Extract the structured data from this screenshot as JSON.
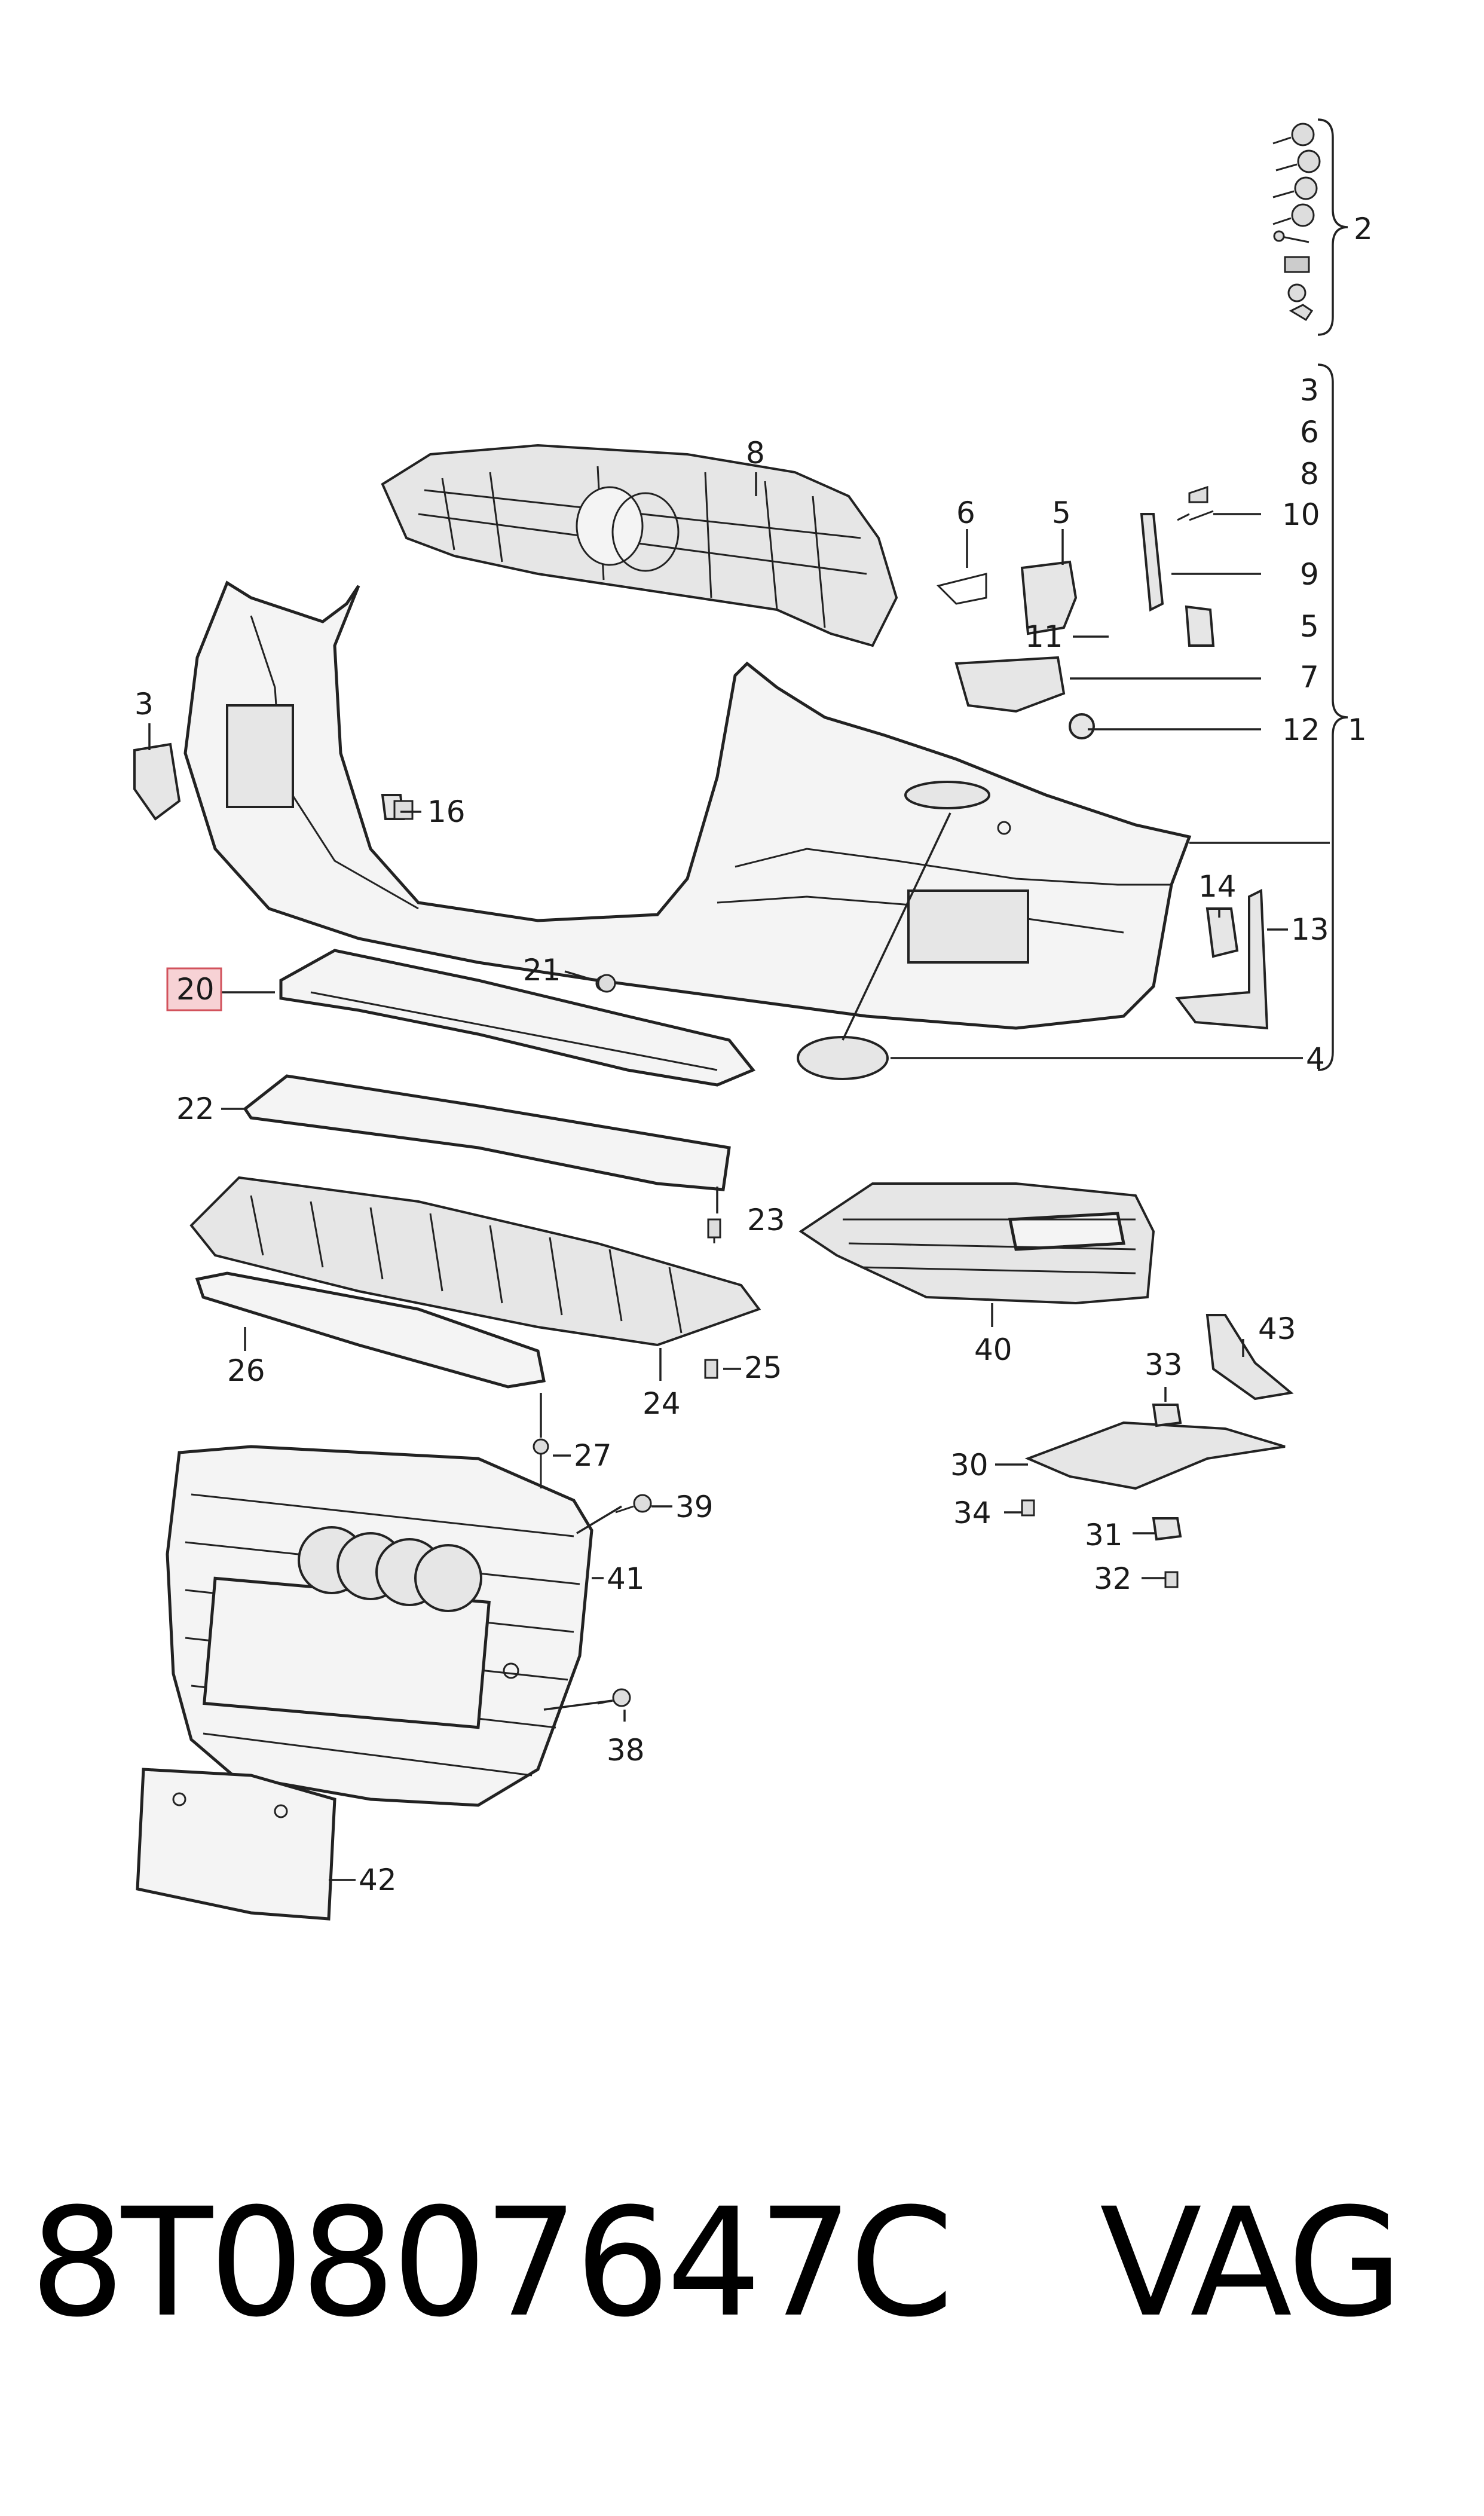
{
  "callouts": [
    {
      "id": "c2",
      "text": "2"
    },
    {
      "id": "c3r",
      "text": "3"
    },
    {
      "id": "c6r",
      "text": "6"
    },
    {
      "id": "c8r",
      "text": "8"
    },
    {
      "id": "c10",
      "text": "10"
    },
    {
      "id": "c9",
      "text": "9"
    },
    {
      "id": "c5r",
      "text": "5"
    },
    {
      "id": "c11",
      "text": "11"
    },
    {
      "id": "c7",
      "text": "7"
    },
    {
      "id": "c12",
      "text": "12"
    },
    {
      "id": "c1",
      "text": "1"
    },
    {
      "id": "c8",
      "text": "8"
    },
    {
      "id": "c6",
      "text": "6"
    },
    {
      "id": "c5",
      "text": "5"
    },
    {
      "id": "c3",
      "text": "3"
    },
    {
      "id": "c16",
      "text": "16"
    },
    {
      "id": "c14",
      "text": "14"
    },
    {
      "id": "c13",
      "text": "13"
    },
    {
      "id": "c20",
      "text": "20"
    },
    {
      "id": "c21",
      "text": "21"
    },
    {
      "id": "c4",
      "text": "4"
    },
    {
      "id": "c22",
      "text": "22"
    },
    {
      "id": "c23",
      "text": "23"
    },
    {
      "id": "c26",
      "text": "26"
    },
    {
      "id": "c24",
      "text": "24"
    },
    {
      "id": "c25",
      "text": "25"
    },
    {
      "id": "c40",
      "text": "40"
    },
    {
      "id": "c43",
      "text": "43"
    },
    {
      "id": "c33",
      "text": "33"
    },
    {
      "id": "c27",
      "text": "27"
    },
    {
      "id": "c30",
      "text": "30"
    },
    {
      "id": "c39",
      "text": "39"
    },
    {
      "id": "c34",
      "text": "34"
    },
    {
      "id": "c41",
      "text": "41"
    },
    {
      "id": "c31",
      "text": "31"
    },
    {
      "id": "c32",
      "text": "32"
    },
    {
      "id": "c38",
      "text": "38"
    },
    {
      "id": "c42",
      "text": "42"
    }
  ],
  "highlighted_callout": "20",
  "footer": {
    "part_number": "8T0807647C",
    "brand": "VAG"
  },
  "colors": {
    "highlight_fill": "#f7d2d5",
    "highlight_border": "#d2525c",
    "line": "#222222"
  }
}
